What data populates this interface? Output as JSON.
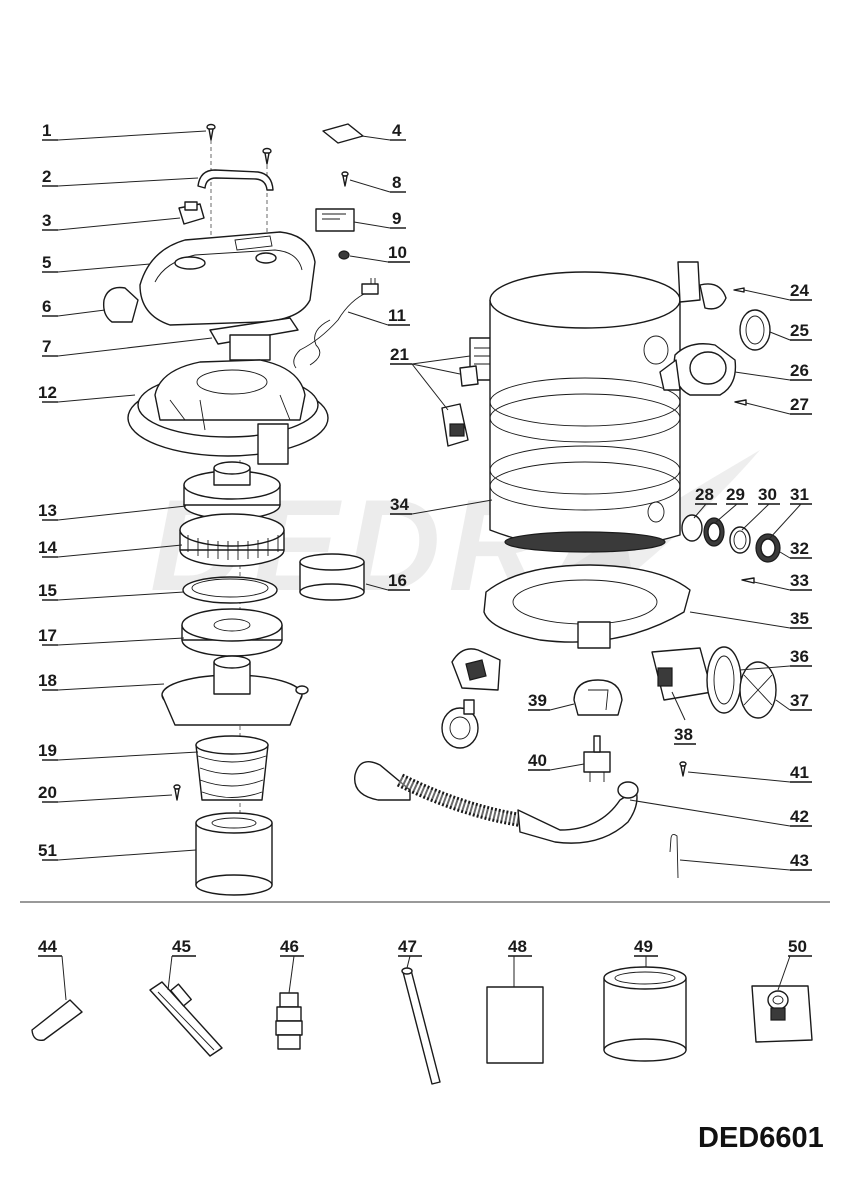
{
  "model_code": "DED6601",
  "watermark": "DEDRA",
  "part_numbers": {
    "p1": "1",
    "p2": "2",
    "p3": "3",
    "p4": "4",
    "p5": "5",
    "p6": "6",
    "p7": "7",
    "p8": "8",
    "p9": "9",
    "p10": "10",
    "p11": "11",
    "p12": "12",
    "p13": "13",
    "p14": "14",
    "p15": "15",
    "p16": "16",
    "p17": "17",
    "p18": "18",
    "p19": "19",
    "p20": "20",
    "p21": "21",
    "p24": "24",
    "p25": "25",
    "p26": "26",
    "p27": "27",
    "p28": "28",
    "p29": "29",
    "p30": "30",
    "p31": "31",
    "p32": "32",
    "p33": "33",
    "p34": "34",
    "p35": "35",
    "p36": "36",
    "p37": "37",
    "p38": "38",
    "p39": "39",
    "p40": "40",
    "p41": "41",
    "p42": "42",
    "p43": "43",
    "p44": "44",
    "p45": "45",
    "p46": "46",
    "p47": "47",
    "p48": "48",
    "p49": "49",
    "p50": "50",
    "p51": "51"
  }
}
